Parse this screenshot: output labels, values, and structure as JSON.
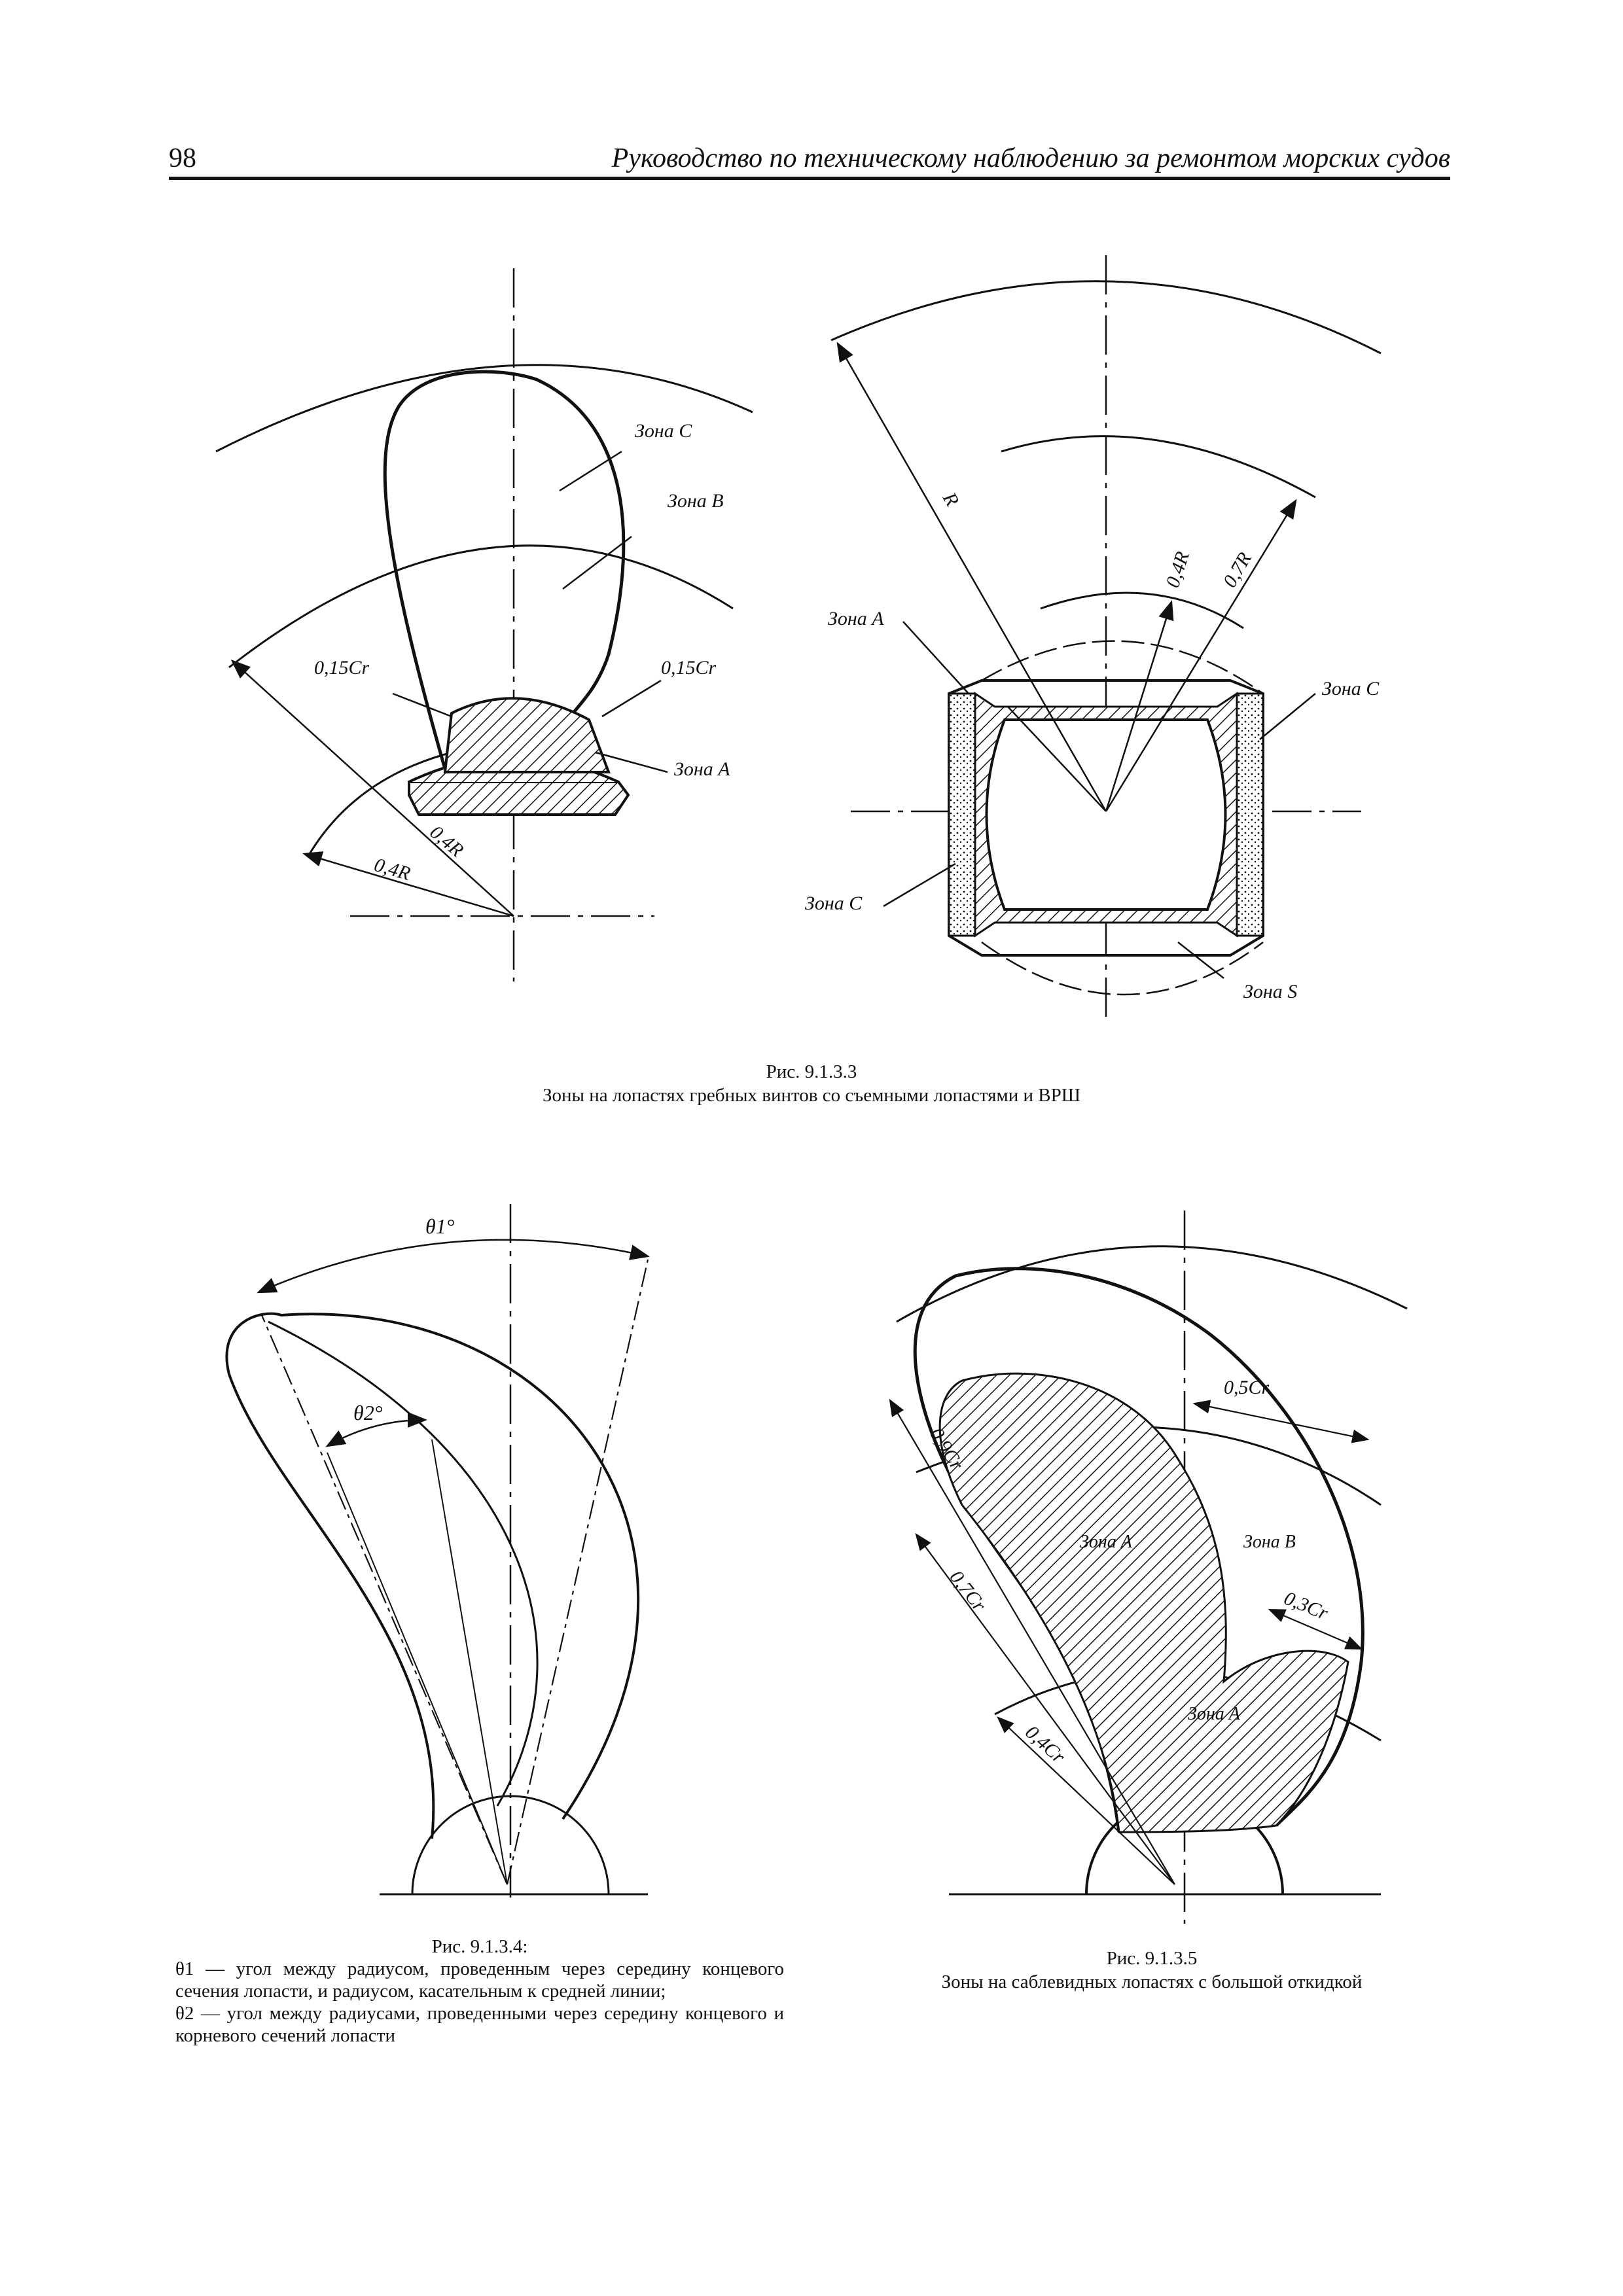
{
  "header": {
    "page_number": "98",
    "running_title": "Руководство по техническому наблюдению за ремонтом морских судов"
  },
  "figure_933": {
    "number": "Рис. 9.1.3.3",
    "caption": "Зоны на лопастях гребных винтов со съемными лопастями и ВРШ",
    "left_labels": {
      "zone_c": "Зона C",
      "zone_b": "Зона B",
      "zone_a": "Зона A",
      "dim_015_left": "0,15Cr",
      "dim_015_right": "0,15Cr",
      "dim_04r_a": "0,4R",
      "dim_04r_b": "0,4R"
    },
    "right_labels": {
      "zone_a": "Зона A",
      "zone_c_top": "Зона C",
      "zone_c_bottom": "Зона C",
      "zone_s": "Зона S",
      "dim_r": "R",
      "dim_04r": "0,4R",
      "dim_07r": "0,7R"
    }
  },
  "figure_934": {
    "number": "Рис. 9.1.3.4:",
    "theta1_label": "θ1°",
    "theta2_label": "θ2°",
    "legend": [
      "θ1 — угол между радиусом, проведенным через середину концевого сечения лопасти, и радиусом, касательным к средней линии;",
      "θ2 — угол между радиусами, проведенными через середину концевого и корневого сечений лопасти"
    ]
  },
  "figure_935": {
    "number": "Рис. 9.1.3.5",
    "caption": "Зоны на саблевидных лопастях с большой откидкой",
    "labels": {
      "zone_a_top": "Зона A",
      "zone_b": "Зона B",
      "zone_a_bottom": "Зона A",
      "dim_05": "0,5Cr",
      "dim_09": "0,9Cr",
      "dim_07": "0,7Cr",
      "dim_04": "0,4Cr",
      "dim_03": "0,3Cr"
    }
  }
}
